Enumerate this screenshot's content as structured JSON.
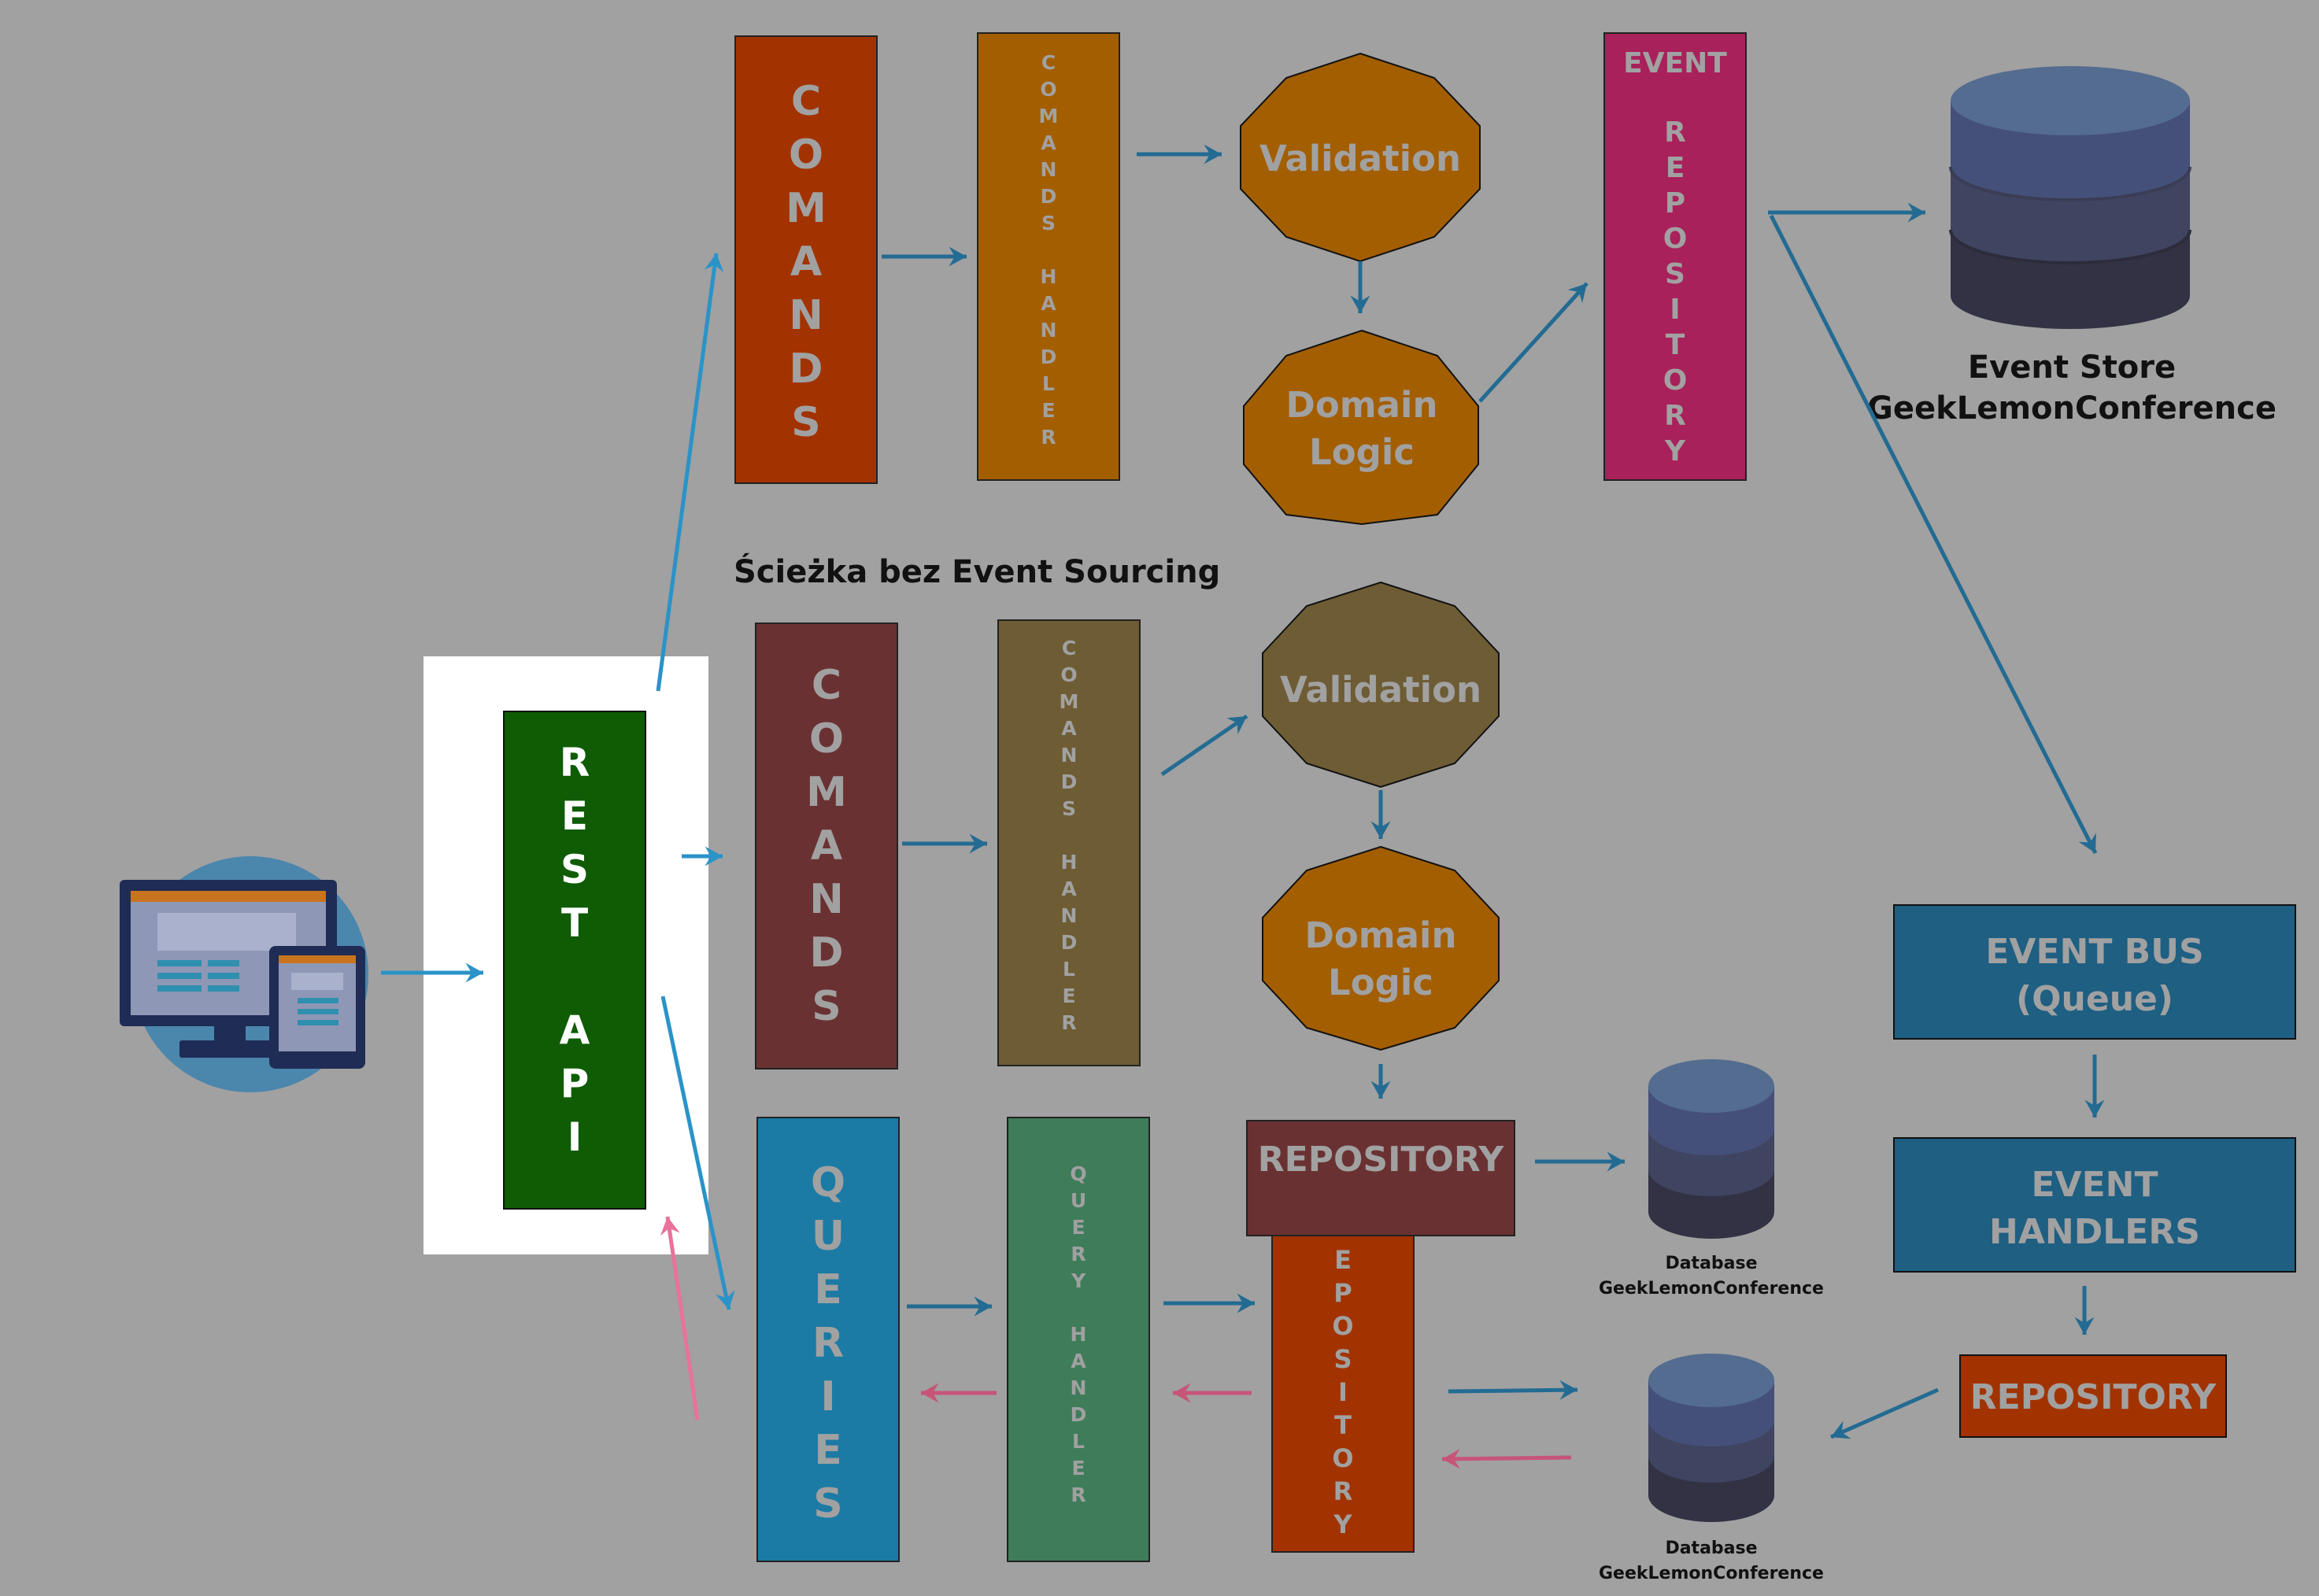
{
  "colors": {
    "background": "#a1a1a1",
    "arrow_blue": "#236b92",
    "arrow_light_blue": "#2a93c8",
    "arrow_pink": "#c65579",
    "arrow_bright_pink": "#e8729b"
  },
  "icons": {
    "client": "desktop-and-tablet-icon",
    "event_store": "database-icon",
    "database": "database-icon"
  },
  "event_sourcing_path": {
    "commands": "COMANDS",
    "commands_handler": "COMANDS HANDLER",
    "validation": "Validation",
    "domain_logic_line1": "Domain",
    "domain_logic_line2": "Logic",
    "event_repository_top": "EVENT",
    "event_repository_vertical": "REPOSITORY",
    "event_store_line1": "Event Store",
    "event_store_line2": "GeekLemonConference"
  },
  "path_label": "Ścieżka bez Event Sourcing",
  "rest_api": "REST API",
  "plain_path": {
    "commands": "COMANDS",
    "commands_handler": "COMANDS HANDLER",
    "validation": "Validation",
    "domain_logic_line1": "Domain",
    "domain_logic_line2": "Logic",
    "repository": "REPOSITORY",
    "database_line1": "Database",
    "database_line2": "GeekLemonConference"
  },
  "query_path": {
    "queries": "QUERIES",
    "query_handler": "QUERY HANDLER",
    "repository_vertical": "EPOSITORY",
    "database_line1": "Database",
    "database_line2": "GeekLemonConference"
  },
  "event_bus": {
    "bus_line1": "EVENT BUS",
    "bus_line2": "(Queue)",
    "handlers_line1": "EVENT",
    "handlers_line2": "HANDLERS",
    "repository": "REPOSITORY"
  }
}
